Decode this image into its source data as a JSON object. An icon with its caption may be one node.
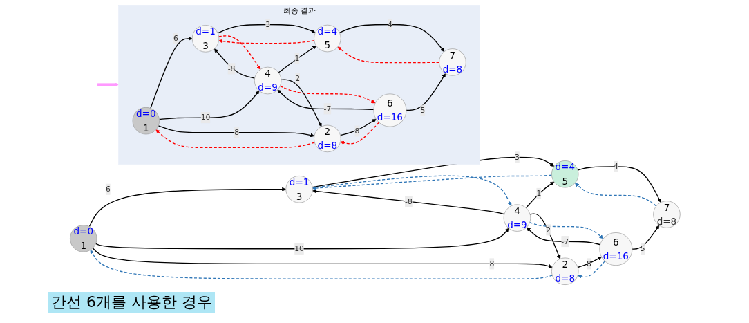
{
  "diagram": {
    "nodes": [
      {
        "text": [
          "d=0",
          "1"
        ]
      },
      {
        "text": [
          "2",
          "d=8"
        ]
      },
      {
        "text": [
          "d=1",
          "3"
        ]
      },
      {
        "text": [
          "4",
          "d=9"
        ]
      },
      {
        "text": [
          "d=4",
          "5"
        ]
      },
      {
        "text": [
          "6",
          "d=16"
        ]
      },
      {
        "text": [
          "7",
          "d=8"
        ]
      },
      {
        "text": [
          "최종 결과"
        ]
      },
      {
        "text": [
          "d=0",
          "1"
        ],
        "in": 7
      },
      {
        "text": [
          "2",
          "d=8"
        ],
        "in": 7
      },
      {
        "text": [
          "d=1",
          "3"
        ],
        "in": 7
      },
      {
        "text": [
          "4",
          "d=9"
        ],
        "in": 7
      },
      {
        "text": [
          "d=4",
          "5"
        ],
        "in": 7
      },
      {
        "text": [
          "6",
          "d=16"
        ],
        "in": 7
      },
      {
        "text": [
          "7",
          "d=8"
        ],
        "in": 7
      }
    ],
    "edges": [
      {
        "from": 0,
        "to": 2,
        "arrow": "to",
        "label": "6"
      },
      {
        "from": 0,
        "to": 3,
        "arrow": "to",
        "label": "10"
      },
      {
        "from": 0,
        "to": 1,
        "arrow": "to",
        "label": "8"
      },
      {
        "from": 2,
        "to": 4,
        "arrow": "to",
        "label": "3"
      },
      {
        "from": 3,
        "to": 2,
        "arrow": "to",
        "label": "-8"
      },
      {
        "from": 3,
        "to": 4,
        "arrow": "to",
        "label": "1"
      },
      {
        "from": 3,
        "to": 1,
        "arrow": "to",
        "label": "2"
      },
      {
        "from": 5,
        "to": 3,
        "arrow": "to",
        "label": "-7"
      },
      {
        "from": 1,
        "to": 5,
        "arrow": "to",
        "label": "8"
      },
      {
        "from": 5,
        "to": 6,
        "arrow": "to",
        "label": "5"
      },
      {
        "from": 4,
        "to": 6,
        "arrow": "to",
        "label": "4"
      },
      {
        "from": 4,
        "to": 2,
        "arrow": "to",
        "style": "dashed",
        "color": "#2e75b6"
      },
      {
        "from": 2,
        "to": 3,
        "arrow": "to",
        "style": "dashed",
        "color": "#2e75b6"
      },
      {
        "from": 3,
        "to": 5,
        "arrow": "to",
        "style": "dashed",
        "color": "#2e75b6"
      },
      {
        "from": 5,
        "to": 1,
        "arrow": "to",
        "style": "dashed",
        "color": "#2e75b6"
      },
      {
        "from": 1,
        "to": 0,
        "arrow": "to",
        "style": "dashed",
        "color": "#2e75b6"
      },
      {
        "from": 6,
        "to": 4,
        "arrow": "to",
        "style": "dashed",
        "color": "#2e75b6"
      },
      {
        "from": null,
        "to": 7,
        "arrow": "to",
        "style": "thick",
        "color": "#ff99ff"
      },
      {
        "from": 8,
        "to": 10,
        "arrow": "to",
        "label": "6"
      },
      {
        "from": 8,
        "to": 11,
        "arrow": "to",
        "label": "10"
      },
      {
        "from": 8,
        "to": 9,
        "arrow": "to",
        "label": "8"
      },
      {
        "from": 10,
        "to": 12,
        "arrow": "to",
        "label": "3"
      },
      {
        "from": 11,
        "to": 10,
        "arrow": "to",
        "label": "-8"
      },
      {
        "from": 11,
        "to": 12,
        "arrow": "to",
        "label": "1"
      },
      {
        "from": 11,
        "to": 9,
        "arrow": "to",
        "label": "2"
      },
      {
        "from": 13,
        "to": 11,
        "arrow": "to",
        "label": "-7"
      },
      {
        "from": 9,
        "to": 13,
        "arrow": "to",
        "label": "8"
      },
      {
        "from": 13,
        "to": 14,
        "arrow": "to",
        "label": "5"
      },
      {
        "from": 12,
        "to": 14,
        "arrow": "to",
        "label": "4"
      },
      {
        "from": 12,
        "to": 10,
        "arrow": "to",
        "style": "dashed",
        "color": "#ff0000"
      },
      {
        "from": 10,
        "to": 11,
        "arrow": "to",
        "style": "dashed",
        "color": "#ff0000"
      },
      {
        "from": 11,
        "to": 13,
        "arrow": "to",
        "style": "dashed",
        "color": "#ff0000"
      },
      {
        "from": 13,
        "to": 9,
        "arrow": "to",
        "style": "dashed",
        "color": "#ff0000"
      },
      {
        "from": 9,
        "to": 8,
        "arrow": "to",
        "style": "dashed",
        "color": "#ff0000"
      },
      {
        "from": 14,
        "to": 12,
        "arrow": "to",
        "style": "dashed",
        "color": "#ff0000"
      }
    ],
    "labels": [
      "간선 6개를 사용한 경우"
    ]
  }
}
